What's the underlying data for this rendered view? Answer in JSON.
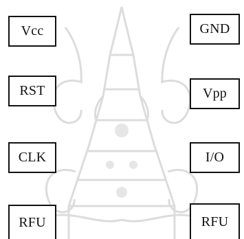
{
  "pins": {
    "vcc": "Vcc",
    "gnd": "GND",
    "rst": "RST",
    "vpp": "Vpp",
    "clk": "CLK",
    "io": "I/O",
    "rfu_left": "RFU",
    "rfu_right": "RFU"
  },
  "colors": {
    "border": "#111111",
    "watermark": "#d8d8d8"
  }
}
